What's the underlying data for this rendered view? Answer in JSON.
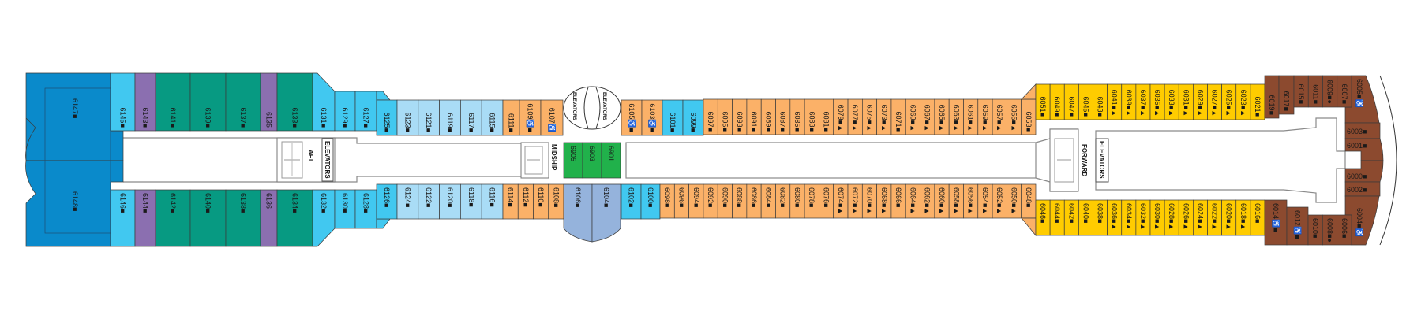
{
  "colors": {
    "suite_blue": "#0a8acb",
    "sky": "#41c8f0",
    "purple": "#8b6fb0",
    "teal": "#079a82",
    "light_blue": "#a9dcf6",
    "orange": "#fbb168",
    "yellow": "#ffcc00",
    "brown": "#8c4a2f",
    "green": "#21b14b",
    "blue_gray": "#95b3dc"
  },
  "labels": {
    "aft": "AFT",
    "aft_elevators": "ELEVATORS",
    "midship": "MIDSHIP",
    "mid_elevators_left": "ELEVATORS",
    "mid_elevators_right": "ELEVATORS",
    "forward": "FORWARD",
    "forward_elevators": "ELEVATORS"
  },
  "cabins": {
    "aft_suites": [
      {
        "n": "6147",
        "m": "■"
      },
      {
        "n": "6148",
        "m": "■"
      }
    ],
    "aft_upper": [
      {
        "n": "6145",
        "m": "■",
        "c": "sky"
      },
      {
        "n": "6143",
        "m": "■",
        "c": "purple"
      },
      {
        "n": "6141",
        "m": "■",
        "c": "teal"
      },
      {
        "n": "6139",
        "m": "■",
        "c": "teal"
      },
      {
        "n": "6137",
        "m": "■",
        "c": "teal"
      },
      {
        "n": "6135",
        "m": "",
        "c": "purple"
      },
      {
        "n": "6133",
        "m": "■",
        "c": "teal"
      }
    ],
    "aft_lower": [
      {
        "n": "6146",
        "m": "■",
        "c": "sky"
      },
      {
        "n": "6144",
        "m": "■",
        "c": "purple"
      },
      {
        "n": "6142",
        "m": "■",
        "c": "teal"
      },
      {
        "n": "6140",
        "m": "■",
        "c": "teal"
      },
      {
        "n": "6138",
        "m": "■",
        "c": "teal"
      },
      {
        "n": "6136",
        "m": "",
        "c": "purple"
      },
      {
        "n": "6134",
        "m": "■",
        "c": "teal"
      }
    ],
    "sky_upper": [
      {
        "n": "6131",
        "m": "■"
      },
      {
        "n": "6129",
        "m": "■"
      },
      {
        "n": "6127",
        "m": "■"
      }
    ],
    "sky_lower": [
      {
        "n": "6132",
        "m": "■"
      },
      {
        "n": "6130",
        "m": "■"
      },
      {
        "n": "6128",
        "m": "■"
      }
    ],
    "light_upper": [
      {
        "n": "6125",
        "m": "■",
        "c": "sky"
      },
      {
        "n": "6123",
        "m": "■",
        "c": "light_blue"
      },
      {
        "n": "6121",
        "m": "■",
        "c": "light_blue"
      },
      {
        "n": "6119",
        "m": "■",
        "c": "light_blue"
      },
      {
        "n": "6117",
        "m": "■",
        "c": "light_blue"
      },
      {
        "n": "6115",
        "m": "■",
        "c": "light_blue"
      }
    ],
    "light_lower": [
      {
        "n": "6126",
        "m": "■",
        "c": "sky"
      },
      {
        "n": "6124",
        "m": "■",
        "c": "light_blue"
      },
      {
        "n": "6122",
        "m": "■",
        "c": "light_blue"
      },
      {
        "n": "6120",
        "m": "■",
        "c": "light_blue"
      },
      {
        "n": "6118",
        "m": "■",
        "c": "light_blue"
      },
      {
        "n": "6116",
        "m": "■",
        "c": "light_blue"
      }
    ],
    "mid_orange_upper": [
      {
        "n": "6111",
        "m": "■"
      },
      {
        "n": "6109",
        "m": "♿■"
      },
      {
        "n": "6107",
        "m": "♿"
      }
    ],
    "mid_orange_lower": [
      {
        "n": "6114",
        "m": "■"
      },
      {
        "n": "6112",
        "m": "■"
      },
      {
        "n": "6110",
        "m": "■"
      },
      {
        "n": "6108",
        "m": "■"
      }
    ],
    "mid_suites": [
      {
        "n": "6106",
        "m": "■"
      },
      {
        "n": "6104",
        "m": "■"
      }
    ],
    "mid_fwd_upper": [
      {
        "n": "6105",
        "m": "♿■",
        "c": "orange"
      },
      {
        "n": "6103",
        "m": "♿■",
        "c": "orange"
      },
      {
        "n": "6101",
        "m": "■",
        "c": "sky"
      },
      {
        "n": "6099",
        "m": "■",
        "c": "sky"
      }
    ],
    "mid_fwd_lower": [
      {
        "n": "6102",
        "m": "■"
      },
      {
        "n": "6100",
        "m": "■"
      }
    ],
    "center": [
      {
        "n": "6905",
        "m": ""
      },
      {
        "n": "6903",
        "m": ""
      },
      {
        "n": "6901",
        "m": ""
      }
    ],
    "orange_upper": [
      {
        "n": "6097",
        "m": "■"
      },
      {
        "n": "6095",
        "m": "■"
      },
      {
        "n": "6093",
        "m": "■"
      },
      {
        "n": "6091",
        "m": "■"
      },
      {
        "n": "6089",
        "m": "■"
      },
      {
        "n": "6087",
        "m": "■"
      },
      {
        "n": "6085",
        "m": "■"
      },
      {
        "n": "6083",
        "m": "■"
      },
      {
        "n": "6081",
        "m": "■"
      },
      {
        "n": "6079",
        "m": "■▲"
      },
      {
        "n": "6077",
        "m": "■▲"
      },
      {
        "n": "6075",
        "m": "■▲"
      },
      {
        "n": "6073",
        "m": "■▲"
      },
      {
        "n": "6071",
        "m": "■"
      },
      {
        "n": "6069",
        "m": "■▲"
      },
      {
        "n": "6067",
        "m": "■▲"
      },
      {
        "n": "6065",
        "m": "■▲"
      },
      {
        "n": "6063",
        "m": "■▲"
      },
      {
        "n": "6061",
        "m": "■▲"
      },
      {
        "n": "6059",
        "m": "■▲"
      },
      {
        "n": "6057",
        "m": "■▲"
      },
      {
        "n": "6055",
        "m": "■▲"
      },
      {
        "n": "6053",
        "m": "■"
      }
    ],
    "orange_lower": [
      {
        "n": "6098",
        "m": "■"
      },
      {
        "n": "6096",
        "m": "■"
      },
      {
        "n": "6094",
        "m": "■"
      },
      {
        "n": "6092",
        "m": "■"
      },
      {
        "n": "6090",
        "m": "■"
      },
      {
        "n": "6088",
        "m": "■"
      },
      {
        "n": "6086",
        "m": "■"
      },
      {
        "n": "6084",
        "m": "■"
      },
      {
        "n": "6082",
        "m": "■"
      },
      {
        "n": "6080",
        "m": "■"
      },
      {
        "n": "6078",
        "m": "■"
      },
      {
        "n": "6076",
        "m": "■"
      },
      {
        "n": "6074",
        "m": "■▲"
      },
      {
        "n": "6072",
        "m": "■▲"
      },
      {
        "n": "6070",
        "m": "■▲"
      },
      {
        "n": "6068",
        "m": "■▲"
      },
      {
        "n": "6066",
        "m": "■"
      },
      {
        "n": "6064",
        "m": "■▲"
      },
      {
        "n": "6062",
        "m": "■▲"
      },
      {
        "n": "6060",
        "m": "■▲"
      },
      {
        "n": "6058",
        "m": "■▲"
      },
      {
        "n": "6056",
        "m": "■▲"
      },
      {
        "n": "6054",
        "m": "■▲"
      },
      {
        "n": "6052",
        "m": "■▲"
      },
      {
        "n": "6050",
        "m": "■▲"
      },
      {
        "n": "6048",
        "m": "■"
      }
    ],
    "yellow_upper": [
      {
        "n": "6051",
        "m": "■"
      },
      {
        "n": "6049",
        "m": "■"
      },
      {
        "n": "6047",
        "m": "■"
      },
      {
        "n": "6045",
        "m": "■"
      },
      {
        "n": "6043",
        "m": "■"
      },
      {
        "n": "6041",
        "m": "■▲"
      },
      {
        "n": "6039",
        "m": "■▲"
      },
      {
        "n": "6037",
        "m": "■▲"
      },
      {
        "n": "6035",
        "m": "■▲"
      },
      {
        "n": "6033",
        "m": "■▲"
      },
      {
        "n": "6031",
        "m": "■▲"
      },
      {
        "n": "6029",
        "m": "■▲"
      },
      {
        "n": "6027",
        "m": "■▲"
      },
      {
        "n": "6025",
        "m": "■▲"
      },
      {
        "n": "6023",
        "m": "■▲"
      },
      {
        "n": "6021",
        "m": "■"
      }
    ],
    "yellow_lower": [
      {
        "n": "6046",
        "m": "■"
      },
      {
        "n": "6044",
        "m": "■"
      },
      {
        "n": "6042",
        "m": "■"
      },
      {
        "n": "6040",
        "m": "■"
      },
      {
        "n": "6038",
        "m": "■"
      },
      {
        "n": "6036",
        "m": "■▲"
      },
      {
        "n": "6034",
        "m": "■▲"
      },
      {
        "n": "6032",
        "m": "■▲"
      },
      {
        "n": "6030",
        "m": "■▲"
      },
      {
        "n": "6028",
        "m": "■▲"
      },
      {
        "n": "6026",
        "m": "■▲"
      },
      {
        "n": "6024",
        "m": "■▲"
      },
      {
        "n": "6022",
        "m": "■▲"
      },
      {
        "n": "6020",
        "m": "■▲"
      },
      {
        "n": "6018",
        "m": "■▲"
      },
      {
        "n": "6016",
        "m": "■"
      }
    ],
    "brown_upper": [
      {
        "n": "6019",
        "m": "■"
      },
      {
        "n": "6017",
        "m": "■"
      },
      {
        "n": "6015",
        "m": "■"
      },
      {
        "n": "6011",
        "m": "■"
      },
      {
        "n": "6009",
        "m": "■●"
      },
      {
        "n": "6007",
        "m": "■"
      }
    ],
    "brown_lower": [
      {
        "n": "6014",
        "m": "♿■"
      },
      {
        "n": "6012",
        "m": "♿■"
      },
      {
        "n": "6010",
        "m": "■"
      },
      {
        "n": "6008",
        "m": "■●"
      },
      {
        "n": "6006",
        "m": "■"
      }
    ],
    "bow": [
      {
        "n": "6005",
        "m": "■♿"
      },
      {
        "n": "6003",
        "m": "■"
      },
      {
        "n": "6001",
        "m": "■"
      },
      {
        "n": "6000",
        "m": "■"
      },
      {
        "n": "6002",
        "m": "■"
      },
      {
        "n": "6004",
        "m": "■♿"
      }
    ]
  }
}
